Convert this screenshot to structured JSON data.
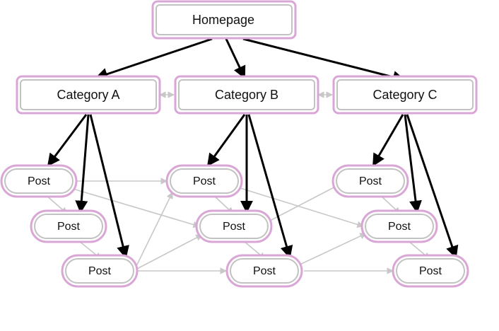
{
  "homepage": {
    "label": "Homepage"
  },
  "categories": [
    {
      "label": "Category A"
    },
    {
      "label": "Category B"
    },
    {
      "label": "Category C"
    }
  ],
  "posts": [
    {
      "label": "Post"
    },
    {
      "label": "Post"
    },
    {
      "label": "Post"
    },
    {
      "label": "Post"
    },
    {
      "label": "Post"
    },
    {
      "label": "Post"
    },
    {
      "label": "Post"
    },
    {
      "label": "Post"
    },
    {
      "label": "Post"
    }
  ],
  "colors": {
    "box_outer": "#d9a6d6",
    "box_inner": "#c2c2c2",
    "arrow_primary": "#000000",
    "arrow_secondary": "#c8c8c8"
  }
}
